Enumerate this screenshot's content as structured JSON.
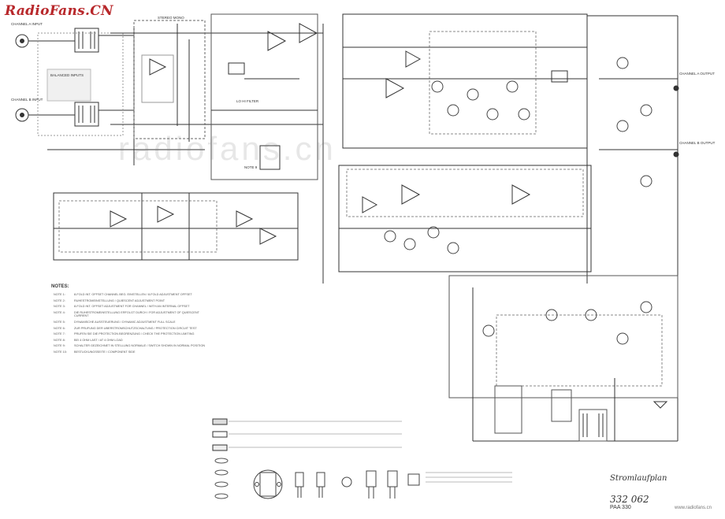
{
  "page": {
    "logo": "RadioFans.CN",
    "watermark": "radiofans.cn",
    "footer_url": "www.radiofans.cn"
  },
  "title_block": {
    "title": "Stromlaufplan",
    "number": "332 062",
    "model": "PAA 330"
  },
  "notes": {
    "heading": "NOTES:",
    "items": [
      {
        "label": "NOTE 1:",
        "text": "8-FOLD INT. OFFSET CHANNEL BEG. EINSTELLEN / 8-FOLD ADJUSTMENT OFFSET"
      },
      {
        "label": "NOTE 2:",
        "text": "RUHESTROMEINSTELLUNG / QUIESCENT ADJUSTMENT POINT"
      },
      {
        "label": "NOTE 3:",
        "text": "8-FOLD INT. OFFSET ADJUSTMENT FOR CHANNEL / WITH AN INTERNAL OFFSET"
      },
      {
        "label": "NOTE 4:",
        "text": "DIE RUHESTROMEINSTELLUNG ERFOLGT DURCH / FOR ADJUSTMENT OF QUIESCENT CURRENT"
      },
      {
        "label": "NOTE 5:",
        "text": "DYNAMISCHE AUSSTEUERUNG / DYNAMIC ADJUSTMENT FULL SCALE"
      },
      {
        "label": "NOTE 6:",
        "text": "ZUR PRUFUNG DER UBERSTROMSCHUTZSCHALTUNG / PROTECTION CIRCUIT TEST"
      },
      {
        "label": "NOTE 7:",
        "text": "PRUFEN SIE DIE PROTECTION BEGRENZUNG / CHECK THE PROTECTION LIMITING"
      },
      {
        "label": "NOTE 8:",
        "text": "BEI 4 OHM LAST / AT 4 OHM LOAD"
      },
      {
        "label": "NOTE 9:",
        "text": "SCHALTER GEZEICHNET IN STELLUNG NORMALE / SWITCH SHOWN IN NORMAL POSITION"
      },
      {
        "label": "NOTE 10:",
        "text": "BESTUCKUNGSSEITE / COMPONENT SIDE"
      }
    ]
  },
  "blocks": {
    "balanced_inputs": "BALANCED INPUTS",
    "ch_a_input": "CHANNEL A INPUT",
    "ch_b_input": "CHANNEL B INPUT",
    "stereo_mono": "STEREO MONO",
    "ch_a_out": "CHANNEL A OUTPUT",
    "ch_b_out": "CHANNEL B OUTPUT",
    "lo_hi_filter": "LO HI FILTER",
    "note_9": "NOTE 9"
  }
}
